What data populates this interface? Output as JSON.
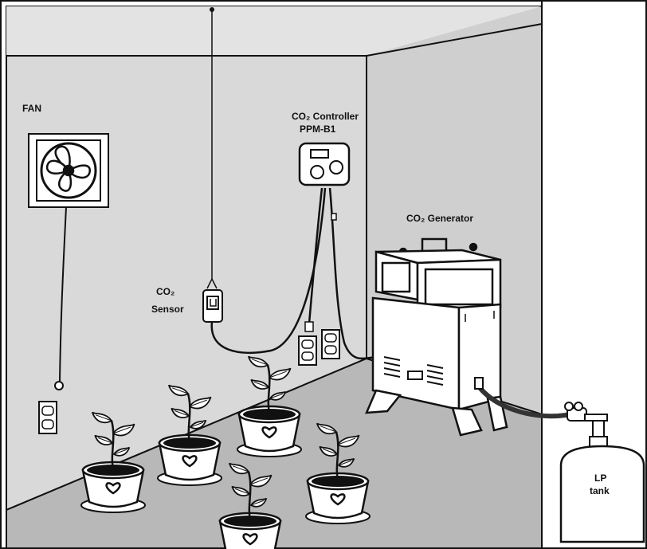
{
  "labels": {
    "fan": "FAN",
    "controller_line1": "CO₂ Controller",
    "controller_line2": "PPM-B1",
    "generator": "CO₂ Generator",
    "sensor_line1": "CO₂",
    "sensor_line2": "Sensor",
    "tank_line1": "LP",
    "tank_line2": "tank"
  },
  "colors": {
    "wall_back": "#d9d9d9",
    "wall_right": "#cfcfcf",
    "floor": "#b8b8b8",
    "outline": "#111111",
    "white": "#ffffff"
  }
}
